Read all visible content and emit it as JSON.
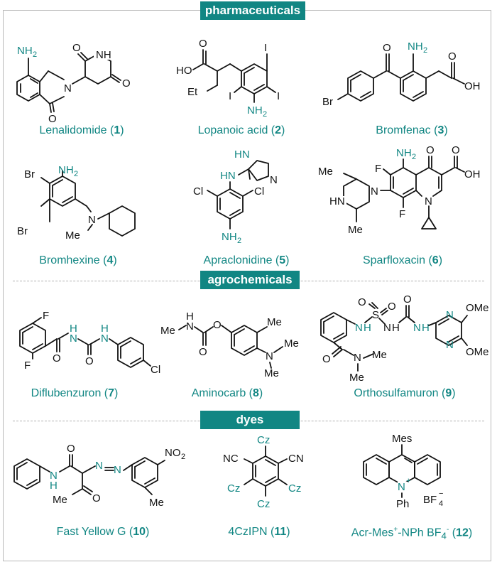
{
  "sections": {
    "pharma": "pharmaceuticals",
    "agro": "agrochemicals",
    "dyes": "dyes"
  },
  "compounds": [
    {
      "name": "Lenalidomide",
      "number": "1"
    },
    {
      "name": "Lopanoic acid",
      "number": "2"
    },
    {
      "name": "Bromfenac",
      "number": "3"
    },
    {
      "name": "Bromhexine",
      "number": "4"
    },
    {
      "name": "Apraclonidine",
      "number": "5"
    },
    {
      "name": "Sparfloxacin",
      "number": "6"
    },
    {
      "name": "Diflubenzuron",
      "number": "7"
    },
    {
      "name": "Aminocarb",
      "number": "8"
    },
    {
      "name": "Orthosulfamuron",
      "number": "9"
    },
    {
      "name": "Fast Yellow G",
      "number": "10"
    },
    {
      "name": "4CzIPN",
      "number": "11"
    },
    {
      "name": "Acr-Mes",
      "name_sup": "+",
      "name_mid": "-NPh BF",
      "name_sub": "4",
      "name_sup2": "-",
      "number": "12"
    }
  ],
  "atom_labels": {
    "nh2": "NH",
    "two": "2",
    "o": "O",
    "n": "N",
    "nh": "NH",
    "hn": "HN",
    "h": "H",
    "ho": "HO",
    "oh": "OH",
    "i": "I",
    "et": "Et",
    "me": "Me",
    "br": "Br",
    "cl": "Cl",
    "f": "F",
    "s": "S",
    "ome": "OMe",
    "no2": "NO",
    "nc": "NC",
    "cn": "CN",
    "cz": "Cz",
    "mes": "Mes",
    "ph": "Ph",
    "plus": "+",
    "bf4": "BF",
    "four": "4",
    "minus": "−"
  },
  "colors": {
    "teal": "#118683",
    "divider": "#b0b0b0",
    "frame": "#b9b9b9"
  }
}
